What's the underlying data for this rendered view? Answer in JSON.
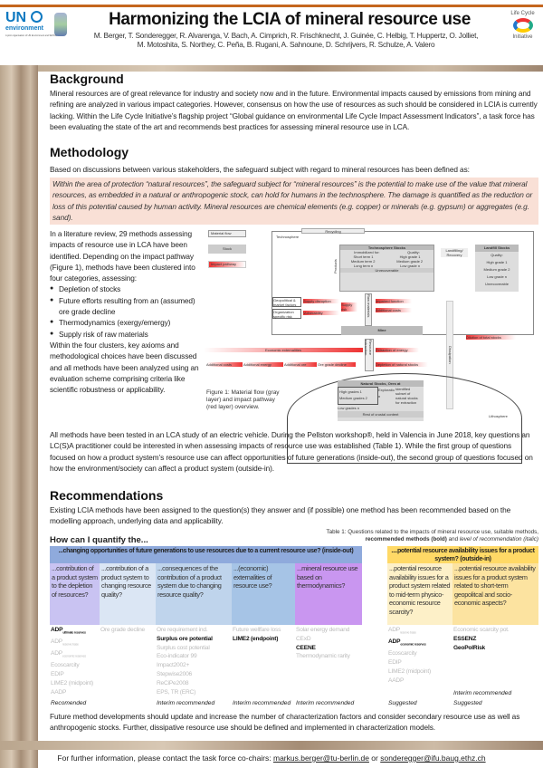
{
  "header": {
    "title": "Harmonizing the LCIA of mineral resource use",
    "authors_line1": "M. Berger, T. Sonderegger, R. Alvarenga, V. Bach, A. Cimprich, R. Frischknecht, J. Guinée, C. Helbig, T. Huppertz, O. Jolliet,",
    "authors_line2": "M. Motoshita, S. Northey, C. Peña,  B. Rugani, A. Sahnoune, D. Schrijvers, R. Schulze, A. Valero",
    "un_logo_top": "UN",
    "un_logo_bottom": "environment",
    "un_tagline": "A joint organisation of UN Environment and SETAC",
    "lci_logo_top": "Life Cycle",
    "lci_logo_bottom": "Initiative",
    "brand_color": "#c4661e"
  },
  "background": {
    "heading": "Background",
    "text": "Mineral resources are of great relevance for industry and society now and in the future. Environmental impacts caused by emissions from mining and refining are analyzed in various impact categories. However, consensus on how the use of resources as such should be considered in LCIA is currently lacking. Within the Life Cycle Initiative’s flagship project “Global guidance on environmental Life Cycle Impact Assessment Indicators”, a task force has been evaluating the state of the art and recommends best practices for assessing mineral resource use in LCA."
  },
  "methodology": {
    "heading": "Methodology",
    "intro": "Based on discussions between various stakeholders, the safeguard subject with regard to mineral resources has been defined as:",
    "definition": "Within the area of protection “natural resources”, the safeguard subject for “mineral resources” is the potential to make use of the value that mineral resources, as embedded in a natural or anthropogenic stock, can hold for humans in the technosphere. The damage is quantified as the reduction or loss of this potential caused by human activity. Mineral resources are chemical elements (e.g. copper) or minerals (e.g. gypsum) or aggregates (e.g. sand).",
    "left_text": "In a literature review, 29 methods assessing impacts of resource use in LCA have been identified. Depending on the impact pathway (Figure 1), methods have been clustered into four categories, assessing:",
    "bullets": [
      "Depletion of stocks",
      "Future efforts resulting from an (assumed) ore grade decline",
      "Thermodynamics (exergy/emergy)",
      "Supply risk of raw materials"
    ],
    "left_text2": "Within the four clusters, key axioms and methodological choices have been discussed and all methods have been analyzed using an evaluation scheme comprising criteria like scientific robustness or applicability.",
    "figure_caption": "Figure 1: Material flow (gray layer) and impact pathway (red layer) overview.",
    "workshop_text": "All methods have been tested in an LCA study of an electric vehicle. During the Pellston workshop®, held in Valencia in June 2018, key questions an LC(S)A practitioner could be interested in when assessing impacts of resource use was established (Table 1). While the first group of questions focused on how a product system’s resource use can affect opportunities of future generations (inside-out), the second group of questions focused on how the environment/society can affect a product system (outside-in)."
  },
  "figure": {
    "legend": [
      "Material flow",
      "Stock",
      "Impact pathway"
    ],
    "technosphere": "Technosphere",
    "lithosphere": "Lithosphere",
    "recycling": "Recycling",
    "products": "Products",
    "tech_stocks": "Technosphere Stocks",
    "immobilized": "Immobilized for:",
    "quality": "Quality:",
    "tech_rows": [
      [
        "Short term 1",
        "High grade 1"
      ],
      [
        "Medium term 2",
        "Medium grade 2"
      ],
      [
        "Long term n",
        "Low grade n"
      ]
    ],
    "unrecoverable": "Unrecoverable",
    "landfilling": "Landfilling/ Recovery",
    "landfill_stocks": "Landfill Stocks",
    "landfill_rows": [
      "Quality:",
      "High grade 1",
      "Medium grade 2",
      "Low grade n",
      "Unrecoverable"
    ],
    "dissipation": "Dissipation",
    "geopolitical": "Geopolitical & market factors",
    "organization": "Organization specific risk",
    "supply_disruption": "Supply disruption",
    "vulnerability": "Vulnerability",
    "supply_risk": "Supply risk",
    "raw_materials": "Raw materials",
    "impaired_function": "Impaired function",
    "additional_costs": "Additional costs",
    "mine": "Mine",
    "dilution": "Dilution of total stocks",
    "economic_externalities": "Economic externalities",
    "extraction_energy": "Extraction of energy",
    "resource_extraction": "Resource extraction",
    "additional_costs2": "Additional costs",
    "additional_energy": "Additional energy",
    "additional_ore": "Additional ore",
    "ore_grade_decline": "Ore grade decline",
    "depletion": "Depletion of natural stocks",
    "natural_stocks": "Natural Stocks, Ores at",
    "high_grades": "High grades 1",
    "medium_grades": "Medium grades 2",
    "exploration": "Exploration",
    "identified": "Identified subset of natural stocks for extraction",
    "low_grades": "Low grades n",
    "rest": "Rest of crustal content"
  },
  "recommendations": {
    "heading": "Recommendations",
    "text": "Existing LCIA methods have been assigned to the question(s) they answer and (if possible) one method has been recommended based on the modelling approach, underlying data and applicability.",
    "table_caption1": "Table 1: Questions related to the impacts of mineral resource use, suitable methods,",
    "table_caption2_bold": "recommended methods (bold)",
    "table_caption2_mid": " and ",
    "table_caption2_italic": "level of recommendation (italic)",
    "how": "How can I quantify the...",
    "group_inside": "...changing opportunities of future generations to use resources due to a current resource use? (inside-out)",
    "group_outside": "....potential resource availability issues for a product system? (outside-in)",
    "columns": [
      {
        "q": "...contribution of a product system to the depletion of resources?",
        "color": "#c9c3f2",
        "methods": [
          {
            "t": "ADP",
            "sub": "ultimate reserves",
            "bold": true
          },
          {
            "t": "ADP",
            "sub": "reserve base"
          },
          {
            "t": "ADP",
            "sub": "economic reserves"
          },
          {
            "t": "Ecoscarcity"
          },
          {
            "t": "EDIP"
          },
          {
            "t": "LIME2 (midpoint)"
          },
          {
            "t": "AADP"
          }
        ],
        "rec": "Recomended"
      },
      {
        "q": "...contribution of a product system to changing resource quality?",
        "color": "#dbe6f4",
        "methods": [
          {
            "t": "Ore grade decline"
          }
        ],
        "rec": ""
      },
      {
        "q": "...consequences of the contribution of a product system due to changing resource quality?",
        "color": "#bfd4ec",
        "methods": [
          {
            "t": "Ore requirement ind."
          },
          {
            "t": "Surplus ore potential",
            "bold": true
          },
          {
            "t": "Surplus cost potential"
          },
          {
            "t": "Eco-indicator 99"
          },
          {
            "t": "Impact2002+"
          },
          {
            "t": "Stepwise2006"
          },
          {
            "t": "ReCiPe2008"
          },
          {
            "t": "EPS, TR (ERC)"
          }
        ],
        "rec": "Interim recommended"
      },
      {
        "q": "...(economic) externalities of resource use?",
        "color": "#a6c4e6",
        "methods": [
          {
            "t": "Future wellfare loss"
          },
          {
            "t": "LIME2 (endpoint)",
            "bold": true
          }
        ],
        "rec": "Interim recommended"
      },
      {
        "q": "...mineral resource use based on thermodynamics?",
        "color": "#c996f0",
        "methods": [
          {
            "t": "Solar energy demand"
          },
          {
            "t": "CExD"
          },
          {
            "t": "CEENE",
            "bold": true
          },
          {
            "t": "Thermodynamic rarity"
          }
        ],
        "rec": "Interim recommended"
      },
      {
        "q": "...potential resource availability issues for a product system related to mid-term physico-economic resource scarcity?",
        "color": "#fdf0c8",
        "methods": [
          {
            "t": "ADP",
            "sub": "reserve base"
          },
          {
            "t": "ADP",
            "sub": "economic reserves",
            "bold": true
          },
          {
            "t": "Ecoscarcity"
          },
          {
            "t": "EDIP"
          },
          {
            "t": "LIME2 (midpoint)"
          },
          {
            "t": "AADP"
          }
        ],
        "rec": "Suggested"
      },
      {
        "q": "...potential resource availability issues for a product system related to short-term geopolitcal and socio-economic aspects?",
        "color": "#fce3a0",
        "methods": [
          {
            "t": "Economic scarcity pot."
          },
          {
            "t": "ESSENZ",
            "bold": true
          },
          {
            "t": "GeoPolRisk",
            "bold": true
          }
        ],
        "rec": "Interim recommended",
        "rec2": "Suggested"
      }
    ],
    "inside_color": "#8faadc",
    "outside_color": "#ffd966",
    "future": "Future method developments should update and increase the number of characterization factors and consider secondary resource use as well as anthropogenic stocks. Further, dissipative resource use should be defined and implemented in characterization models."
  },
  "footer": {
    "text": "For further information, please contact the task force co-chairs: ",
    "email1": "markus.berger@tu-berlin.de",
    "or": " or ",
    "email2": "sonderegger@ifu.baug.ethz.ch"
  }
}
